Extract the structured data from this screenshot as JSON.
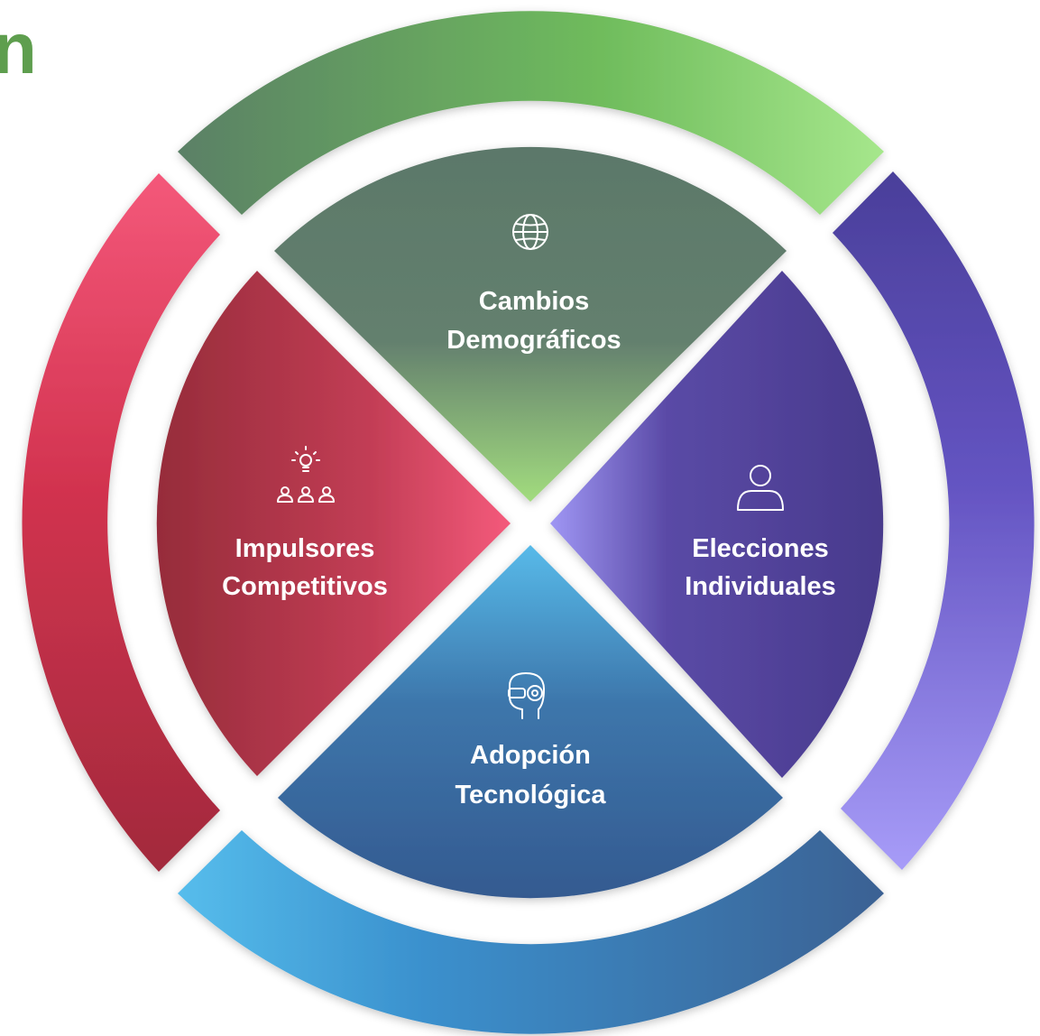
{
  "corner_fragment": "n",
  "quadrants": [
    {
      "id": "top",
      "icon": "globe-icon",
      "line1": "Cambios",
      "line2": "Demográficos"
    },
    {
      "id": "right",
      "icon": "person-icon",
      "line1": "Elecciones",
      "line2": "Individuales"
    },
    {
      "id": "bottom",
      "icon": "vr-headset-icon",
      "line1": "Adopción",
      "line2": "Tecnológica"
    },
    {
      "id": "left",
      "icon": "lightbulb-team-icon",
      "line1": "Impulsores",
      "line2": "Competitivos"
    }
  ],
  "colors": {
    "top": [
      "#5b7a6c",
      "#9dd67a"
    ],
    "right": [
      "#4b3c8e",
      "#9b92f0"
    ],
    "bottom": [
      "#365b93",
      "#57b8e8"
    ],
    "left": [
      "#9b2d3d",
      "#f2597a"
    ],
    "ring_top": [
      "#5a8a6e",
      "#6fbc5c",
      "#a3e58a"
    ],
    "ring_right": [
      "#4c3f9e",
      "#6a5cc8",
      "#a79cf8"
    ],
    "ring_bottom": [
      "#56bbe9",
      "#3a8fcc",
      "#3a6496"
    ],
    "ring_left": [
      "#f4587a",
      "#d03350",
      "#a52a3d"
    ]
  }
}
